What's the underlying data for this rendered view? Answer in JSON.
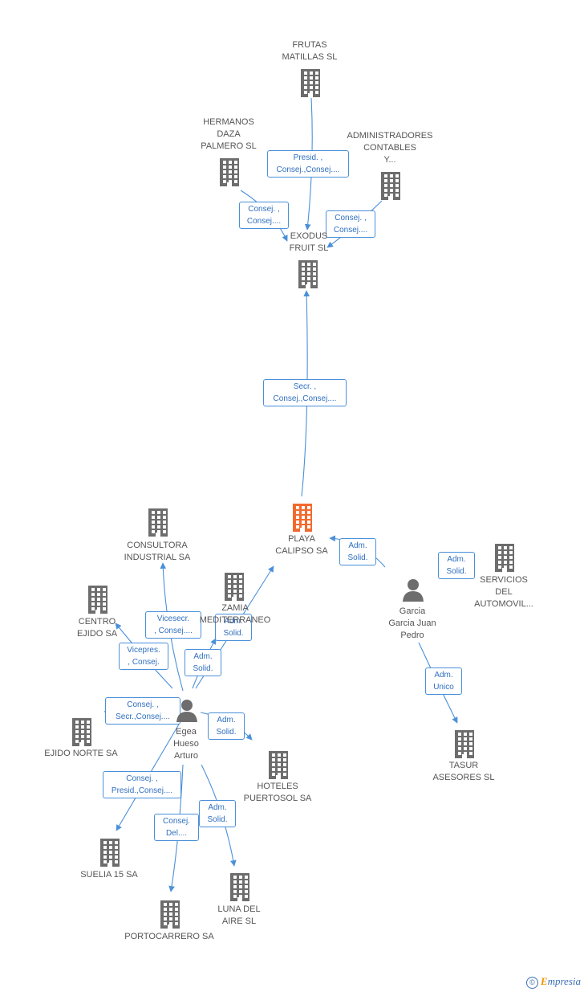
{
  "colors": {
    "edge": "#4a90d9",
    "company": "#6d6d6d",
    "focus": "#f26a2e",
    "label_border": "#4a90d9"
  },
  "nodes": {
    "frutas": {
      "label": "FRUTAS\nMATILLAS SL",
      "type": "company"
    },
    "hermanos": {
      "label": "HERMANOS\nDAZA\nPALMERO SL",
      "type": "company"
    },
    "administradores": {
      "label": "ADMINISTRADORES\nCONTABLES\nY...",
      "type": "company"
    },
    "exodus": {
      "label": "EXODUS\nFRUIT SL",
      "type": "company"
    },
    "playa": {
      "label": "PLAYA\nCALIPSO SA",
      "type": "focus"
    },
    "consultora": {
      "label": "CONSULTORA\nINDUSTRIAL SA",
      "type": "company"
    },
    "zamia": {
      "label": "ZAMIA\nMEDITERRANEO",
      "type": "company"
    },
    "centro": {
      "label": "CENTRO\nEJIDO SA",
      "type": "company"
    },
    "servicios": {
      "label": "SERVICIOS\nDEL\nAUTOMOVIL...",
      "type": "company"
    },
    "garcia": {
      "label": "Garcia\nGarcia Juan\nPedro",
      "type": "person"
    },
    "egea": {
      "label": "Egea\nHueso\nArturo",
      "type": "person"
    },
    "ejido_norte": {
      "label": "EJIDO NORTE SA",
      "type": "company"
    },
    "hoteles": {
      "label": "HOTELES\nPUERTOSOL SA",
      "type": "company"
    },
    "tasur": {
      "label": "TASUR\nASESORES SL",
      "type": "company"
    },
    "suelia": {
      "label": "SUELIA 15 SA",
      "type": "company"
    },
    "luna": {
      "label": "LUNA DEL\nAIRE SL",
      "type": "company"
    },
    "portocarrero": {
      "label": "PORTOCARRERO SA",
      "type": "company"
    }
  },
  "edges": {
    "frutas_exodus": "Presid. ,\nConsej.,Consej....",
    "hermanos_exodus": "Consej. ,\nConsej....",
    "administradores_exodus": "Consej. ,\nConsej....",
    "playa_exodus": "Secr. ,\nConsej.,Consej....",
    "garcia_playa": "Adm.\nSolid.",
    "garcia_servicios": "Adm.\nSolid.",
    "garcia_tasur": "Adm.\nUnico",
    "egea_consultora": "Vicesecr.\n, Consej....",
    "egea_zamia": "Adm.\nSolid.",
    "egea_playa": "Adm.\nSolid.",
    "egea_centro": "Vicepres.\n, Consej.",
    "egea_ejido_norte": "Consej. ,\nSecr.,Consej....",
    "egea_hoteles": "Adm.\nSolid.",
    "egea_suelia": "Consej. ,\nPresid.,Consej....",
    "egea_portocarrero": "Consej.\nDel....",
    "egea_luna": "Adm.\nSolid."
  },
  "brand": {
    "copyright": "©",
    "name_first": "E",
    "name_rest": "mpresia"
  }
}
